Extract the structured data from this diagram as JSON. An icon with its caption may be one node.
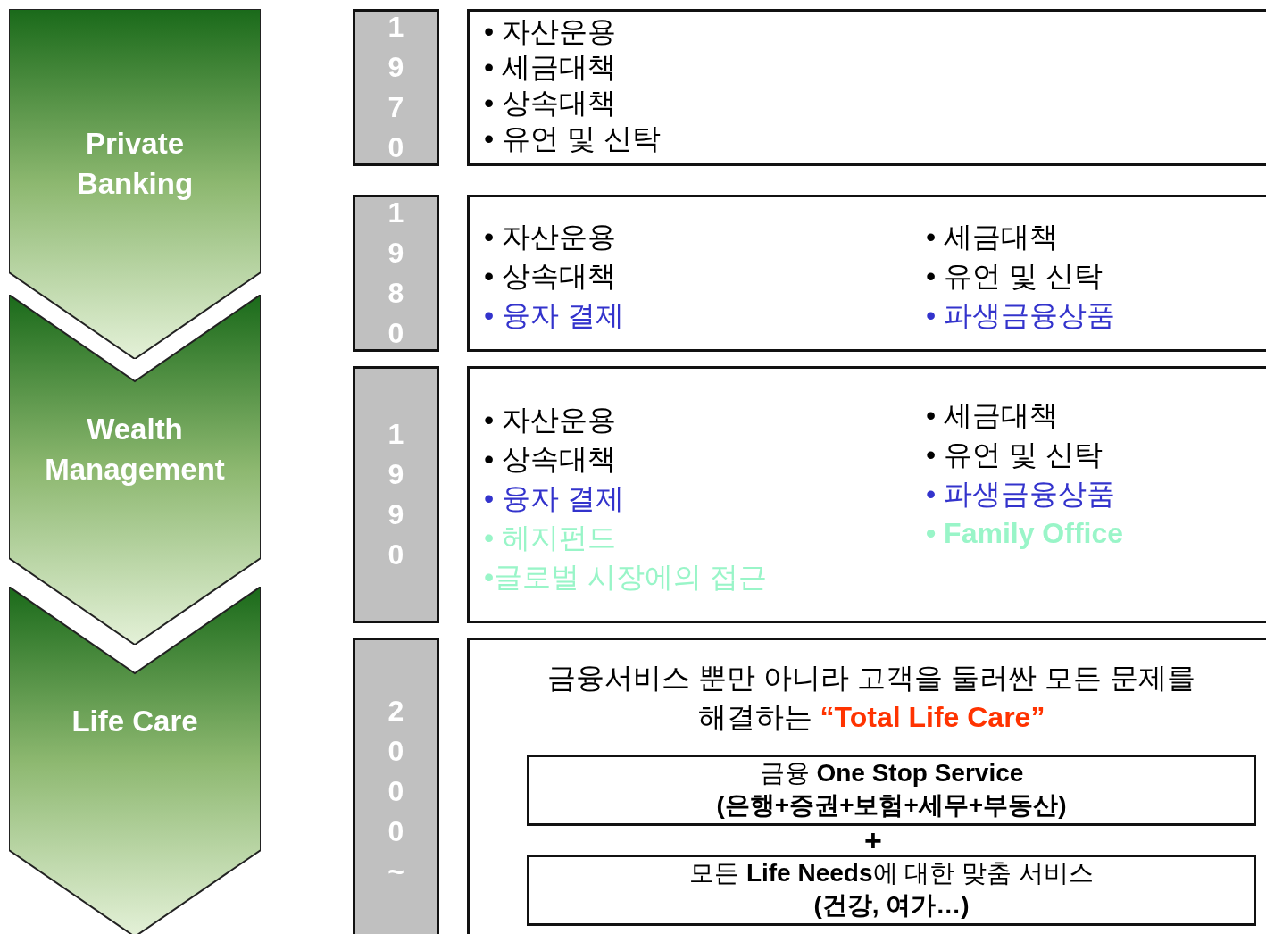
{
  "diagram": {
    "nodes": [
      {
        "text": [
          "Private Banking"
        ]
      },
      {
        "text": [
          "Wealth Management"
        ]
      },
      {
        "text": [
          "Life Care"
        ]
      },
      {
        "text": [
          "1970"
        ]
      },
      {
        "text": [
          "1980"
        ]
      },
      {
        "text": [
          "1990"
        ]
      },
      {
        "text": [
          "2000~"
        ]
      },
      {
        "text": [
          "• 자산운용",
          "• 세금대책",
          "• 상속대책",
          "• 유언 및 신탁"
        ]
      },
      {
        "text": [
          "• 자산운용",
          "• 상속대책",
          "• 융자 결제",
          "• 세금대책",
          "• 유언 및 신탁",
          "• 파생금융상품"
        ]
      },
      {
        "text": [
          "• 자산운용",
          "• 상속대책",
          "• 융자 결제",
          "• 헤지펀드",
          "•글로벌 시장에의 접근",
          "• 세금대책",
          "• 유언 및 신탁",
          "• 파생금융상품",
          "• Family Office"
        ]
      },
      {
        "text": [
          "금융서비스 뿐만 아니라 고객을 둘러싼 모든 문제를 해결하는 **“Total Life Care”**"
        ]
      },
      {
        "text": [
          "금융 **One Stop Service**",
          "(은행+증권+보험+세무+부동산)"
        ],
        "in": 10
      },
      {
        "text": [
          "모든 **Life Needs**에 대한 맞춤 서비스",
          "(건강, 여가…)"
        ],
        "in": 10
      }
    ],
    "labels": [
      "+"
    ]
  }
}
